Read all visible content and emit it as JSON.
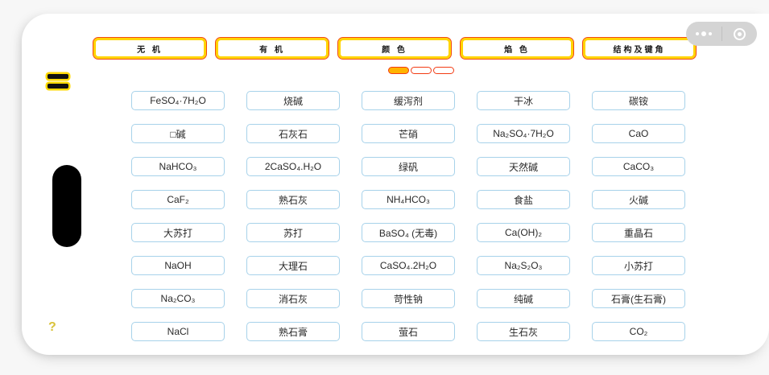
{
  "app": {
    "background_color": "#f7f7f7",
    "card_color": "#ffffff"
  },
  "left_rail": {
    "menu_icon_name": "hamburger-menu-icon",
    "menu_icon_color": "#ffd900",
    "scrollbar_name": "vertical-scrollbar-thumb",
    "help_label": "?"
  },
  "tabs": {
    "accent_border": "#ffd400",
    "accent_outline": "#f24914",
    "items": [
      {
        "label": "无 机"
      },
      {
        "label": "有 机"
      },
      {
        "label": "颜 色"
      },
      {
        "label": "焰 色"
      },
      {
        "label": "结构及键角"
      }
    ]
  },
  "pager": {
    "total": 3,
    "active_index": 0,
    "active_color": "#ffb400",
    "border_color": "#f23b13"
  },
  "grid": {
    "border_color": "#a7d2ea",
    "columns": 5,
    "cells": [
      "FeSO₄·7H₂O",
      "烧碱",
      "缓泻剂",
      "干冰",
      "碳铵",
      "□碱",
      "石灰石",
      "芒硝",
      "Na₂SO₄·7H₂O",
      "CaO",
      "NaHCO₃",
      "2CaSO₄.H₂O",
      "绿矾",
      "天然碱",
      "CaCO₃",
      "CaF₂",
      "熟石灰",
      "NH₄HCO₃",
      "食盐",
      "火碱",
      "大苏打",
      "苏打",
      "BaSO₄ (无毒)",
      "Ca(OH)₂",
      "重晶石",
      "NaOH",
      "大理石",
      "CaSO₄.2H₂O",
      "Na₂S₂O₃",
      "小苏打",
      "Na₂CO₃",
      "消石灰",
      "苛性钠",
      "纯碱",
      "石膏(生石膏)",
      "NaCl",
      "熟石膏",
      "萤石",
      "生石灰",
      "CO₂"
    ]
  },
  "capsule": {
    "more_icon_name": "more-dots-icon",
    "close_icon_name": "target-circle-icon",
    "background": "#d4d4d4"
  },
  "home_indicator": {
    "name": "home-indicator-bar",
    "color": "#1a1a1a"
  }
}
